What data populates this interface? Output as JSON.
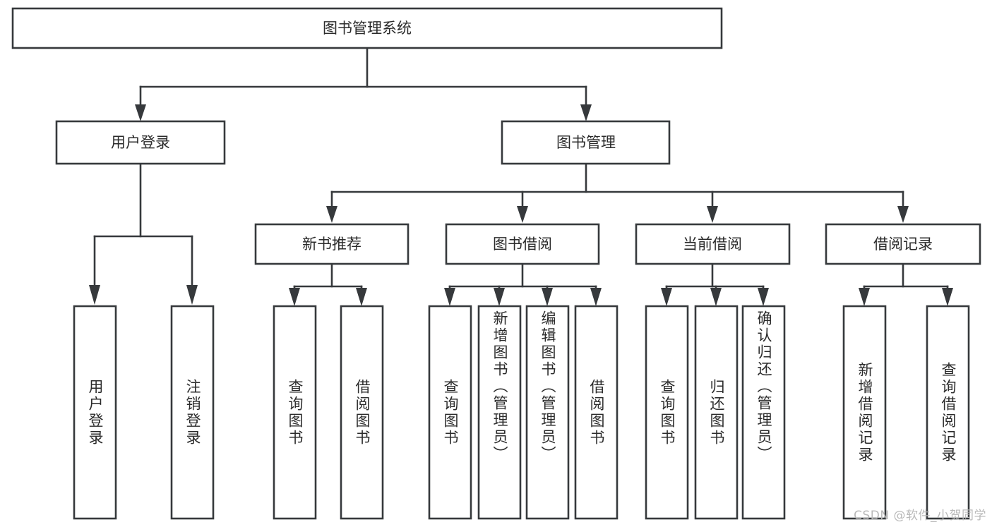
{
  "diagram": {
    "type": "tree-hierarchy",
    "title_node": {
      "label": "图书管理系统"
    },
    "level2": [
      {
        "id": "user-login",
        "label": "用户登录"
      },
      {
        "id": "book-management",
        "label": "图书管理"
      }
    ],
    "level3": [
      {
        "id": "new-book-recommend",
        "label": "新书推荐"
      },
      {
        "id": "book-borrow",
        "label": "图书借阅"
      },
      {
        "id": "current-borrow",
        "label": "当前借阅"
      },
      {
        "id": "borrow-record",
        "label": "借阅记录"
      }
    ],
    "leaves": [
      {
        "id": "leaf-user-login",
        "label": "用户登录",
        "parent": "user-login"
      },
      {
        "id": "leaf-logout-login",
        "label": "注销登录",
        "parent": "user-login"
      },
      {
        "id": "leaf-query-book-1",
        "label": "查询图书",
        "parent": "new-book-recommend"
      },
      {
        "id": "leaf-borrow-book-1",
        "label": "借阅图书",
        "parent": "new-book-recommend"
      },
      {
        "id": "leaf-query-book-2",
        "label": "查询图书",
        "parent": "book-borrow"
      },
      {
        "id": "leaf-add-book",
        "label": "新增图书（管理员）",
        "parent": "book-borrow"
      },
      {
        "id": "leaf-edit-book",
        "label": "编辑图书（管理员）",
        "parent": "book-borrow"
      },
      {
        "id": "leaf-borrow-book-2",
        "label": "借阅图书",
        "parent": "book-borrow"
      },
      {
        "id": "leaf-query-book-3",
        "label": "查询图书",
        "parent": "current-borrow"
      },
      {
        "id": "leaf-return-book",
        "label": "归还图书",
        "parent": "current-borrow"
      },
      {
        "id": "leaf-confirm-return",
        "label": "确认归还（管理员）",
        "parent": "current-borrow"
      },
      {
        "id": "leaf-add-record",
        "label": "新增借阅记录",
        "parent": "borrow-record"
      },
      {
        "id": "leaf-query-record",
        "label": "查询借阅记录",
        "parent": "borrow-record"
      }
    ],
    "colors": {
      "stroke": "#36393c",
      "fill": "#ffffff",
      "text": "#2b2b2b",
      "watermark": "#b9b9b9"
    }
  },
  "watermark": {
    "text": "CSDN @软件_小贺同学"
  }
}
